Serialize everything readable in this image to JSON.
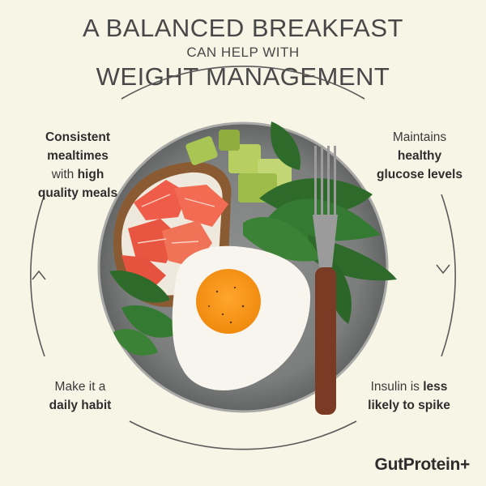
{
  "title": {
    "line1": "A BALANCED BREAKFAST",
    "line2": "CAN HELP WITH",
    "line3": "WEIGHT MANAGEMENT"
  },
  "callouts": {
    "top_left": {
      "bold1": "Consistent",
      "bold2": "mealtimes",
      "plain1": "with",
      "bold3": "high",
      "bold4": "quality meals"
    },
    "top_right": {
      "plain1": "Maintains",
      "bold1": "healthy",
      "bold2": "glucose levels"
    },
    "bottom_left": {
      "plain1": "Make it a",
      "bold1": "daily habit"
    },
    "bottom_right": {
      "plain1": "Insulin is",
      "bold1": "less",
      "bold2": "likely to spike"
    }
  },
  "brand": "GutProtein+",
  "colors": {
    "background": "#f7f5e6",
    "text": "#3a3a3a",
    "cycle_line": "#5a5a5a"
  }
}
